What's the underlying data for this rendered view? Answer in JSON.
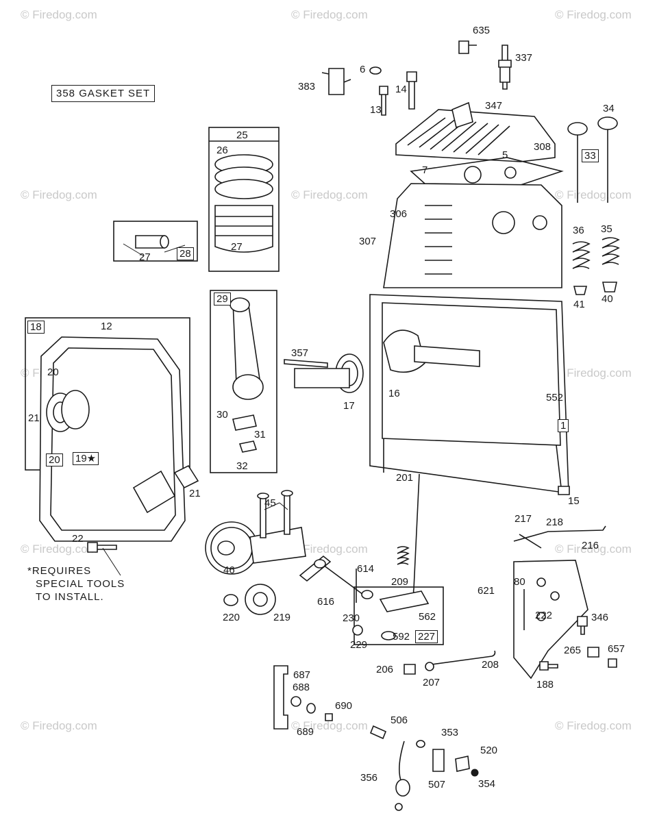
{
  "watermark": "© Firedog.com",
  "gasket_set": "358 GASKET SET",
  "note_lines": [
    "*REQUIRES",
    "SPECIAL TOOLS",
    "TO INSTALL."
  ],
  "parts": [
    "1",
    "5",
    "6",
    "7",
    "12",
    "13",
    "14",
    "15",
    "16",
    "17",
    "18",
    "19★",
    "20",
    "20",
    "21",
    "21",
    "22",
    "25",
    "26",
    "27",
    "27",
    "28",
    "29",
    "30",
    "31",
    "32",
    "33",
    "34",
    "35",
    "36",
    "40",
    "41",
    "45",
    "46",
    "80",
    "188",
    "201",
    "206",
    "207",
    "208",
    "209",
    "216",
    "217",
    "218",
    "219",
    "220",
    "222",
    "227",
    "229",
    "230",
    "265",
    "306",
    "307",
    "308",
    "337",
    "346",
    "347",
    "353",
    "354",
    "356",
    "357",
    "383",
    "506",
    "507",
    "520",
    "552",
    "562",
    "592",
    "614",
    "616",
    "621",
    "635",
    "657",
    "687",
    "688",
    "689",
    "690"
  ]
}
